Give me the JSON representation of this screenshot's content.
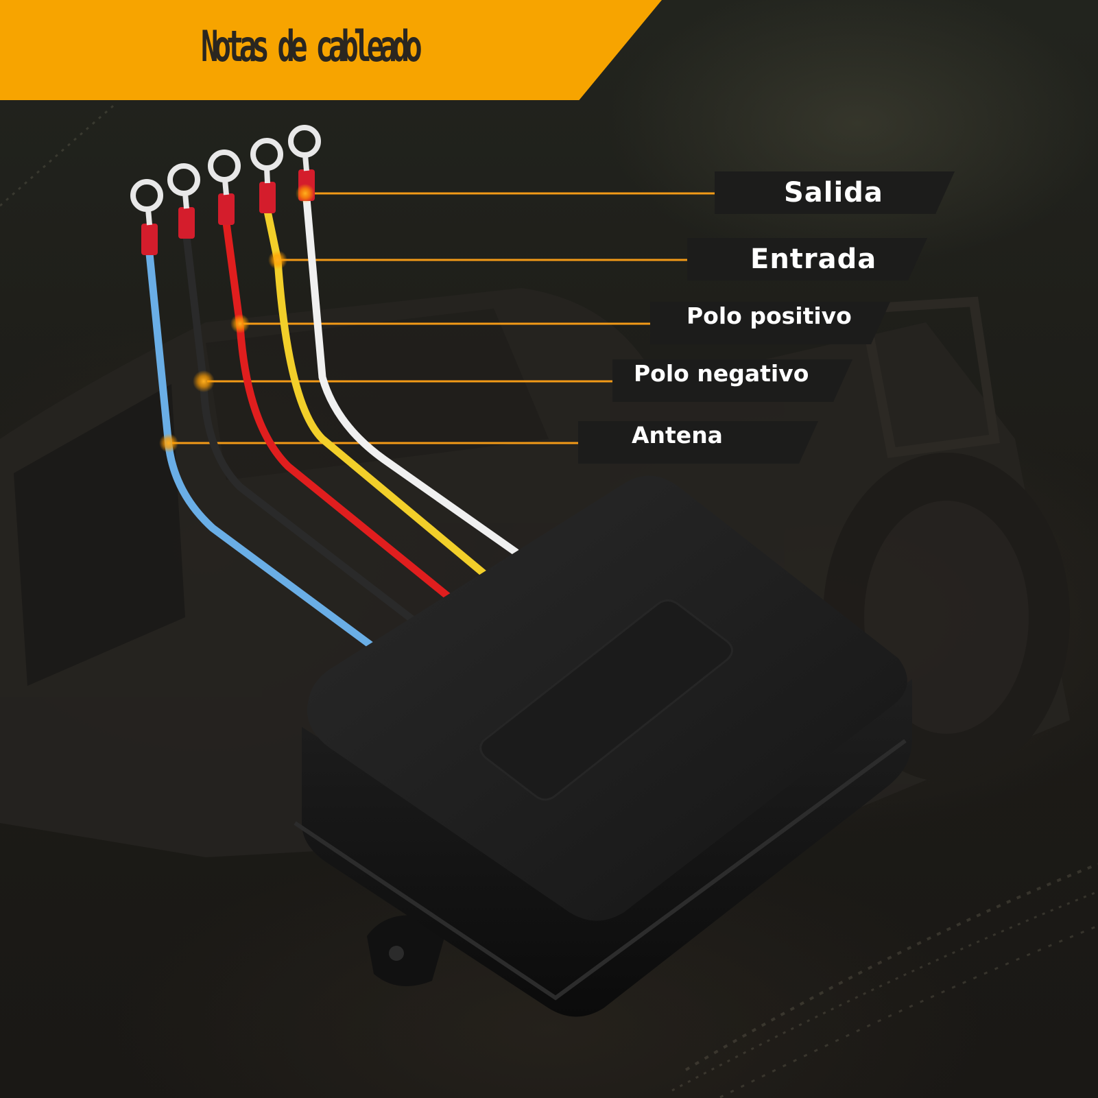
{
  "banner": {
    "title": "Notas de cableado"
  },
  "labels": {
    "salida": "Salida",
    "entrada": "Entrada",
    "polo_positivo": "Polo positivo",
    "polo_negativo": "Polo negativo",
    "antena": "Antena"
  },
  "colors": {
    "accent": "#f7a400",
    "leader_line": "#f29a17",
    "wire_blue": "#6aaee6",
    "wire_black": "#2a2a2a",
    "wire_red": "#e01e1e",
    "wire_yellow": "#f2cf2a",
    "wire_white": "#f0f0f0",
    "connector_sleeve": "#d41d2c",
    "housing": "#161616"
  },
  "icons": [
    "ring-terminal-icon"
  ]
}
